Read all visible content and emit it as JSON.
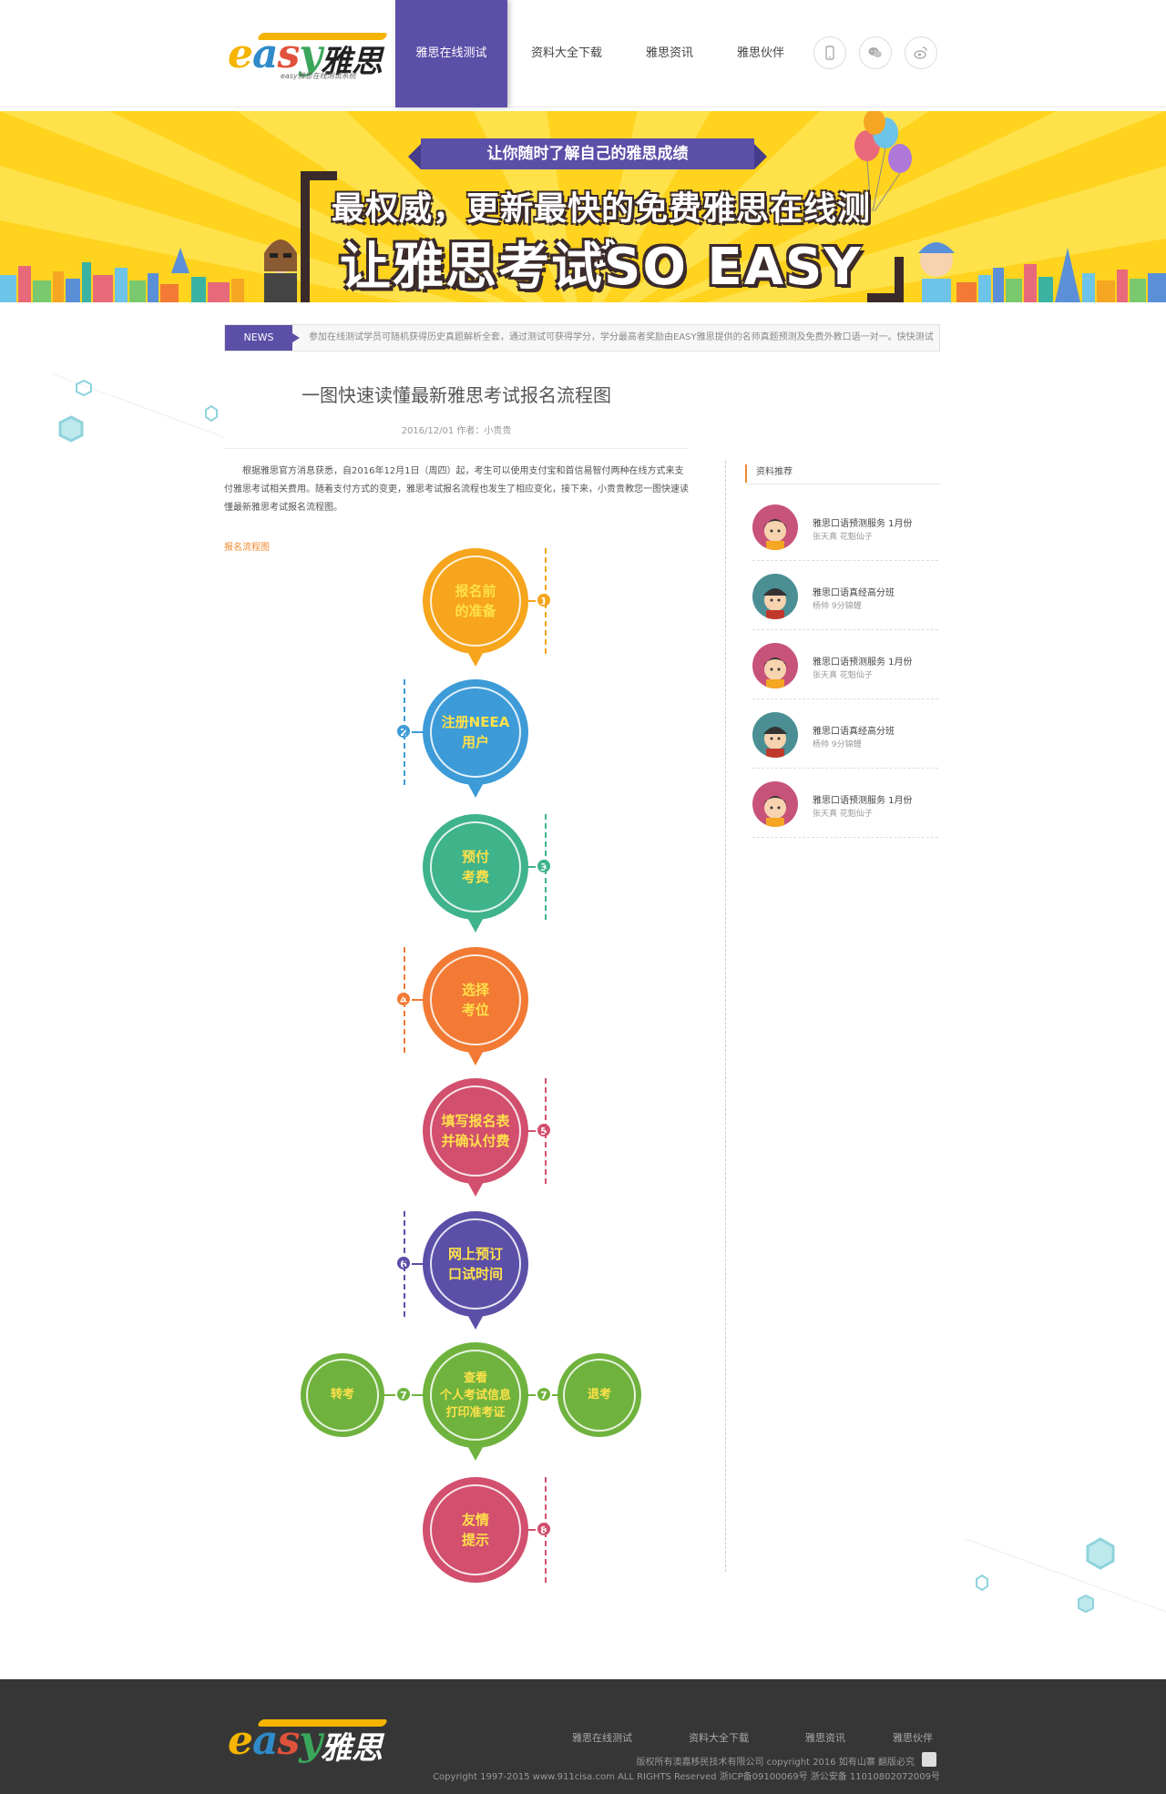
{
  "header": {
    "logo_text": "easy",
    "logo_cn": "雅思",
    "logo_sub": "easy雅思在线测试系统",
    "nav": [
      "雅思在线测试",
      "资料大全下载",
      "雅思资讯",
      "雅思伙伴"
    ],
    "social_icons": [
      "mobile-icon",
      "wechat-icon",
      "weibo-icon"
    ]
  },
  "banner": {
    "ribbon": "让你随时了解自己的雅思成绩",
    "headline1": "最权威，更新最快的免费雅思在线测试",
    "headline2": "让雅思考试SO EASY"
  },
  "news": {
    "label": "NEWS",
    "text": "参加在线测试学员可随机获得历史真题解析全套，通过测试可获得学分，学分最高者奖励由EASY雅思提供的名师真题预测及免费外教口语一对一。快快测试吧GO"
  },
  "article": {
    "title": "一图快速读懂最新雅思考试报名流程图",
    "meta": "2016/12/01 作者：小贵贵",
    "body": "根据雅思官方消息获悉，自2016年12月1日（周四）起，考生可以使用支付宝和首信易智付两种在线方式来支付雅思考试相关费用。随着支付方式的变更，雅思考试报名流程也发生了相应变化，接下来，小贵贵教您一图快速读懂最新雅思考试报名流程图。",
    "flow_label": "报名流程图"
  },
  "flow": {
    "steps": [
      {
        "num": "1",
        "line1": "报名前",
        "line2": "的准备",
        "color": "#f6a51c"
      },
      {
        "num": "2",
        "line1": "注册NEEA",
        "line2": "用户",
        "color": "#3d9bd8"
      },
      {
        "num": "3",
        "line1": "预付",
        "line2": "考费",
        "color": "#3fb38a"
      },
      {
        "num": "4",
        "line1": "选择",
        "line2": "考位",
        "color": "#f27a34"
      },
      {
        "num": "5",
        "line1": "填写报名表",
        "line2": "并确认付费",
        "color": "#d24f6e"
      },
      {
        "num": "6",
        "line1": "网上预订",
        "line2": "口试时间",
        "color": "#5b4fa8"
      },
      {
        "num": "7",
        "line1": "查看",
        "line2": "个人考试信息",
        "line3": "打印准考证",
        "color": "#6fb33e"
      },
      {
        "num": "8",
        "line1": "友情",
        "line2": "提示",
        "color": "#d24f6e"
      }
    ],
    "branch_left": "转考",
    "branch_right": "退考"
  },
  "sidebar": {
    "title": "资料推荐",
    "items": [
      {
        "title": "雅思口语预测服务 1月份",
        "sub": "张天真 花魁仙子",
        "avatar": "girl",
        "bg": "#c8537a"
      },
      {
        "title": "雅思口语真经高分班",
        "sub": "杨帅 9分锦鲤",
        "avatar": "boy",
        "bg": "#4b8f94"
      },
      {
        "title": "雅思口语预测服务 1月份",
        "sub": "张天真 花魁仙子",
        "avatar": "girl",
        "bg": "#c8537a"
      },
      {
        "title": "雅思口语真经高分班",
        "sub": "杨帅 9分锦鲤",
        "avatar": "boy",
        "bg": "#4b8f94"
      },
      {
        "title": "雅思口语预测服务 1月份",
        "sub": "张天真 花魁仙子",
        "avatar": "girl",
        "bg": "#c8537a"
      }
    ]
  },
  "footer": {
    "nav": [
      "雅思在线测试",
      "资料大全下载",
      "雅思资讯",
      "雅思伙伴"
    ],
    "copy1": "版权所有澳嘉移民技术有限公司 copyright 2016 如有山寨 翻版必究",
    "copy2": "Copyright 1997-2015 www.911cisa.com ALL RIGHTS Reserved 浙ICP备09100069号 浙公安备 11010802072009号"
  }
}
